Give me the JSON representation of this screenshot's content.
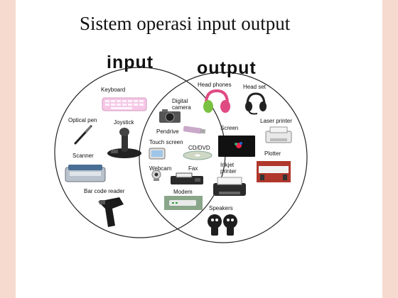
{
  "slide": {
    "title": "Sistem operasi input output"
  },
  "venn": {
    "left_label": "input",
    "right_label": "output",
    "input_only": [
      "Keyboard",
      "Optical pen",
      "Joystick",
      "Scanner",
      "Bar code reader"
    ],
    "both": [
      "Digital camera",
      "Pendrive",
      "Touch screen",
      "CD/DVD",
      "Webcam",
      "Fax",
      "Modem"
    ],
    "output_only": [
      "Head phones",
      "Head set",
      "Screen",
      "Laser printer",
      "Plotter",
      "Inkjet printer",
      "Speakers"
    ]
  },
  "labels": {
    "keyboard": "Keyboard",
    "optical_pen": "Optical pen",
    "joystick": "Joystick",
    "scanner": "Scanner",
    "bar_code_reader": "Bar code reader",
    "digital_camera_1": "Digital",
    "digital_camera_2": "camera",
    "pendrive": "Pendrive",
    "touch_screen": "Touch screen",
    "cd_dvd": "CD/DVD",
    "webcam": "Webcam",
    "fax": "Fax",
    "modem": "Modem",
    "head_phones": "Head phones",
    "head_set": "Head set",
    "screen": "Screen",
    "laser_printer": "Laser printer",
    "plotter": "Plotter",
    "inkjet_printer_1": "Inkjet",
    "inkjet_printer_2": "printer",
    "speakers": "Speakers"
  },
  "colors": {
    "accent_strip": "#f6d9cf",
    "accent_dot": "#f07b3f"
  }
}
